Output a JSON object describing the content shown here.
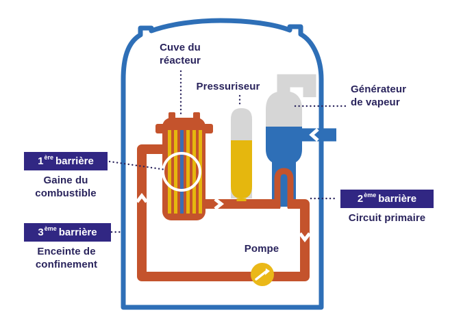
{
  "colors": {
    "containment_blue": "#2E6FB7",
    "primary_circuit_orange": "#C4532C",
    "fuel_yellow": "#E5B70E",
    "pump_yellow": "#EAB818",
    "steam_gray": "#D6D6D6",
    "badge_navy": "#312783",
    "text_navy": "#29235C",
    "highlight_circle": "#FFFFFF"
  },
  "labels": {
    "reactor_vessel_line1": "Cuve du",
    "reactor_vessel_line2": "réacteur",
    "pressurizer": "Pressuriseur",
    "steam_generator_line1": "Générateur",
    "steam_generator_line2": "de vapeur",
    "pump": "Pompe"
  },
  "barriers": [
    {
      "number": "1",
      "ordinal": "ère",
      "word": "barrière",
      "desc_line1": "Gaine du",
      "desc_line2": "combustible"
    },
    {
      "number": "2",
      "ordinal": "ème",
      "word": "barrière",
      "desc_line1": "Circuit primaire",
      "desc_line2": ""
    },
    {
      "number": "3",
      "ordinal": "ème",
      "word": "barrière",
      "desc_line1": "Enceinte de",
      "desc_line2": "confinement"
    }
  ],
  "icons": {
    "flow_arrow_up": "chevron-up",
    "flow_arrow_right": "chevron-right",
    "flow_arrow_down": "chevron-down",
    "feedwater_arrow_left": "chevron-left",
    "pump_symbol": "diagonal-arrow"
  }
}
